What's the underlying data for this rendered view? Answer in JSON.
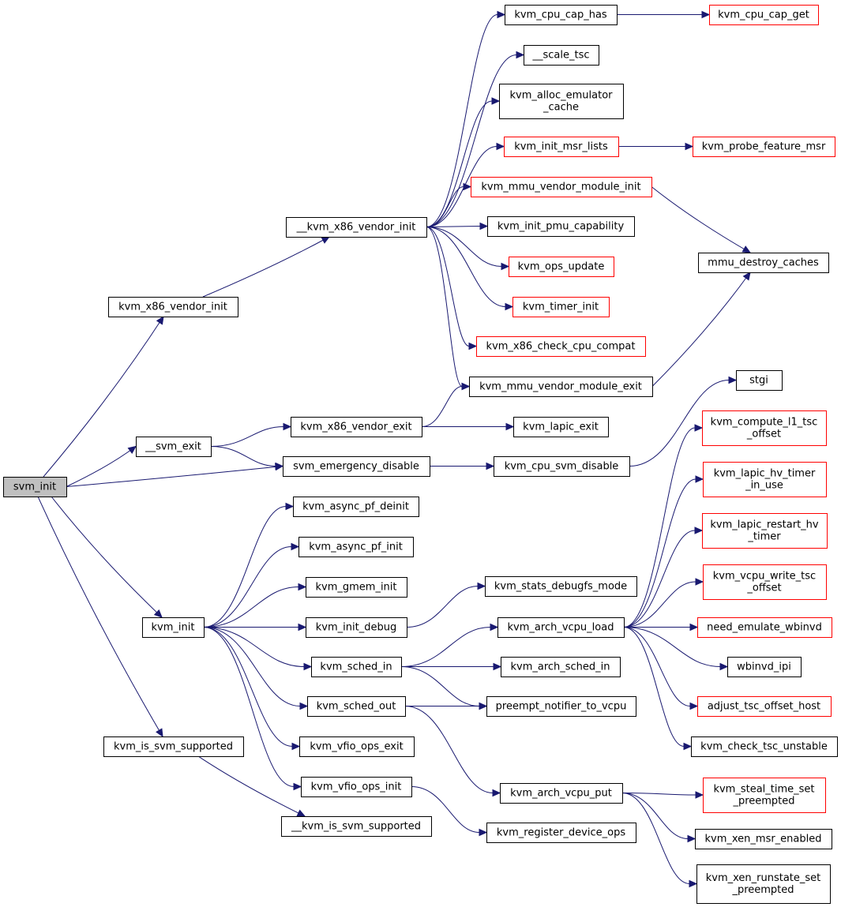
{
  "colors": {
    "edge": "#191970",
    "node_border_black": "#000000",
    "node_border_red": "#ff0000",
    "root_fill": "#bfbfbf",
    "node_fill": "#ffffff"
  },
  "nodes": [
    {
      "id": "svm_init",
      "lines": [
        "svm_init"
      ],
      "border": "black",
      "root": true
    },
    {
      "id": "kvm_x86_vendor_init",
      "lines": [
        "kvm_x86_vendor_init"
      ],
      "border": "black"
    },
    {
      "id": "__svm_exit",
      "lines": [
        "__svm_exit"
      ],
      "border": "black"
    },
    {
      "id": "svm_emergency_disable",
      "lines": [
        "svm_emergency_disable"
      ],
      "border": "black"
    },
    {
      "id": "kvm_init",
      "lines": [
        "kvm_init"
      ],
      "border": "black"
    },
    {
      "id": "kvm_is_svm_supported",
      "lines": [
        "kvm_is_svm_supported"
      ],
      "border": "black"
    },
    {
      "id": "__kvm_x86_vendor_init",
      "lines": [
        "__kvm_x86_vendor_init"
      ],
      "border": "black"
    },
    {
      "id": "kvm_x86_vendor_exit",
      "lines": [
        "kvm_x86_vendor_exit"
      ],
      "border": "black"
    },
    {
      "id": "kvm_cpu_svm_disable",
      "lines": [
        "kvm_cpu_svm_disable"
      ],
      "border": "black"
    },
    {
      "id": "kvm_async_pf_deinit",
      "lines": [
        "kvm_async_pf_deinit"
      ],
      "border": "black"
    },
    {
      "id": "kvm_async_pf_init",
      "lines": [
        "kvm_async_pf_init"
      ],
      "border": "black"
    },
    {
      "id": "kvm_gmem_init",
      "lines": [
        "kvm_gmem_init"
      ],
      "border": "black"
    },
    {
      "id": "kvm_init_debug",
      "lines": [
        "kvm_init_debug"
      ],
      "border": "black"
    },
    {
      "id": "kvm_sched_in",
      "lines": [
        "kvm_sched_in"
      ],
      "border": "black"
    },
    {
      "id": "kvm_sched_out",
      "lines": [
        "kvm_sched_out"
      ],
      "border": "black"
    },
    {
      "id": "kvm_vfio_ops_exit",
      "lines": [
        "kvm_vfio_ops_exit"
      ],
      "border": "black"
    },
    {
      "id": "kvm_vfio_ops_init",
      "lines": [
        "kvm_vfio_ops_init"
      ],
      "border": "black"
    },
    {
      "id": "__kvm_is_svm_supported",
      "lines": [
        "__kvm_is_svm_supported"
      ],
      "border": "black"
    },
    {
      "id": "kvm_cpu_cap_has",
      "lines": [
        "kvm_cpu_cap_has"
      ],
      "border": "black"
    },
    {
      "id": "__scale_tsc",
      "lines": [
        "__scale_tsc"
      ],
      "border": "black"
    },
    {
      "id": "kvm_alloc_emulator_cache",
      "lines": [
        "kvm_alloc_emulator",
        "_cache"
      ],
      "border": "black"
    },
    {
      "id": "kvm_init_msr_lists",
      "lines": [
        "kvm_init_msr_lists"
      ],
      "border": "red"
    },
    {
      "id": "kvm_mmu_vendor_module_init",
      "lines": [
        "kvm_mmu_vendor_module_init"
      ],
      "border": "red"
    },
    {
      "id": "kvm_init_pmu_capability",
      "lines": [
        "kvm_init_pmu_capability"
      ],
      "border": "black"
    },
    {
      "id": "kvm_ops_update",
      "lines": [
        "kvm_ops_update"
      ],
      "border": "red"
    },
    {
      "id": "kvm_timer_init",
      "lines": [
        "kvm_timer_init"
      ],
      "border": "red"
    },
    {
      "id": "kvm_x86_check_cpu_compat",
      "lines": [
        "kvm_x86_check_cpu_compat"
      ],
      "border": "red"
    },
    {
      "id": "kvm_mmu_vendor_module_exit",
      "lines": [
        "kvm_mmu_vendor_module_exit"
      ],
      "border": "black"
    },
    {
      "id": "kvm_lapic_exit",
      "lines": [
        "kvm_lapic_exit"
      ],
      "border": "black"
    },
    {
      "id": "kvm_stats_debugfs_mode",
      "lines": [
        "kvm_stats_debugfs_mode"
      ],
      "border": "black"
    },
    {
      "id": "kvm_arch_vcpu_load",
      "lines": [
        "kvm_arch_vcpu_load"
      ],
      "border": "black"
    },
    {
      "id": "kvm_arch_sched_in",
      "lines": [
        "kvm_arch_sched_in"
      ],
      "border": "black"
    },
    {
      "id": "preempt_notifier_to_vcpu",
      "lines": [
        "preempt_notifier_to_vcpu"
      ],
      "border": "black"
    },
    {
      "id": "kvm_arch_vcpu_put",
      "lines": [
        "kvm_arch_vcpu_put"
      ],
      "border": "black"
    },
    {
      "id": "kvm_register_device_ops",
      "lines": [
        "kvm_register_device_ops"
      ],
      "border": "black"
    },
    {
      "id": "kvm_cpu_cap_get",
      "lines": [
        "kvm_cpu_cap_get"
      ],
      "border": "red"
    },
    {
      "id": "kvm_probe_feature_msr",
      "lines": [
        "kvm_probe_feature_msr"
      ],
      "border": "red"
    },
    {
      "id": "mmu_destroy_caches",
      "lines": [
        "mmu_destroy_caches"
      ],
      "border": "black"
    },
    {
      "id": "stgi",
      "lines": [
        "stgi"
      ],
      "border": "black"
    },
    {
      "id": "kvm_compute_l1_tsc_offset",
      "lines": [
        "kvm_compute_l1_tsc",
        "_offset"
      ],
      "border": "red"
    },
    {
      "id": "kvm_lapic_hv_timer_in_use",
      "lines": [
        "kvm_lapic_hv_timer",
        "_in_use"
      ],
      "border": "red"
    },
    {
      "id": "kvm_lapic_restart_hv_timer",
      "lines": [
        "kvm_lapic_restart_hv",
        "_timer"
      ],
      "border": "red"
    },
    {
      "id": "kvm_vcpu_write_tsc_offset",
      "lines": [
        "kvm_vcpu_write_tsc",
        "_offset"
      ],
      "border": "red"
    },
    {
      "id": "need_emulate_wbinvd",
      "lines": [
        "need_emulate_wbinvd"
      ],
      "border": "red"
    },
    {
      "id": "wbinvd_ipi",
      "lines": [
        "wbinvd_ipi"
      ],
      "border": "black"
    },
    {
      "id": "adjust_tsc_offset_host",
      "lines": [
        "adjust_tsc_offset_host"
      ],
      "border": "red"
    },
    {
      "id": "kvm_check_tsc_unstable",
      "lines": [
        "kvm_check_tsc_unstable"
      ],
      "border": "black"
    },
    {
      "id": "kvm_steal_time_set_preempted",
      "lines": [
        "kvm_steal_time_set",
        "_preempted"
      ],
      "border": "red"
    },
    {
      "id": "kvm_xen_msr_enabled",
      "lines": [
        "kvm_xen_msr_enabled"
      ],
      "border": "black"
    },
    {
      "id": "kvm_xen_runstate_set_preempted",
      "lines": [
        "kvm_xen_runstate_set",
        "_preempted"
      ],
      "border": "black"
    }
  ],
  "edges": [
    [
      "svm_init",
      "kvm_x86_vendor_init"
    ],
    [
      "svm_init",
      "__svm_exit"
    ],
    [
      "svm_init",
      "svm_emergency_disable"
    ],
    [
      "svm_init",
      "kvm_init"
    ],
    [
      "svm_init",
      "kvm_is_svm_supported"
    ],
    [
      "kvm_x86_vendor_init",
      "__kvm_x86_vendor_init"
    ],
    [
      "__kvm_x86_vendor_init",
      "kvm_cpu_cap_has"
    ],
    [
      "__kvm_x86_vendor_init",
      "__scale_tsc"
    ],
    [
      "__kvm_x86_vendor_init",
      "kvm_alloc_emulator_cache"
    ],
    [
      "__kvm_x86_vendor_init",
      "kvm_init_msr_lists"
    ],
    [
      "__kvm_x86_vendor_init",
      "kvm_mmu_vendor_module_init"
    ],
    [
      "__kvm_x86_vendor_init",
      "kvm_init_pmu_capability"
    ],
    [
      "__kvm_x86_vendor_init",
      "kvm_ops_update"
    ],
    [
      "__kvm_x86_vendor_init",
      "kvm_timer_init"
    ],
    [
      "__kvm_x86_vendor_init",
      "kvm_x86_check_cpu_compat"
    ],
    [
      "__kvm_x86_vendor_init",
      "kvm_mmu_vendor_module_exit"
    ],
    [
      "kvm_cpu_cap_has",
      "kvm_cpu_cap_get"
    ],
    [
      "kvm_init_msr_lists",
      "kvm_probe_feature_msr"
    ],
    [
      "kvm_mmu_vendor_module_init",
      "mmu_destroy_caches"
    ],
    [
      "kvm_mmu_vendor_module_exit",
      "mmu_destroy_caches"
    ],
    [
      "__svm_exit",
      "kvm_x86_vendor_exit"
    ],
    [
      "__svm_exit",
      "svm_emergency_disable"
    ],
    [
      "kvm_x86_vendor_exit",
      "kvm_mmu_vendor_module_exit"
    ],
    [
      "kvm_x86_vendor_exit",
      "kvm_lapic_exit"
    ],
    [
      "svm_emergency_disable",
      "kvm_cpu_svm_disable"
    ],
    [
      "kvm_cpu_svm_disable",
      "stgi"
    ],
    [
      "kvm_init",
      "kvm_async_pf_deinit"
    ],
    [
      "kvm_init",
      "kvm_async_pf_init"
    ],
    [
      "kvm_init",
      "kvm_gmem_init"
    ],
    [
      "kvm_init",
      "kvm_init_debug"
    ],
    [
      "kvm_init",
      "kvm_sched_in"
    ],
    [
      "kvm_init",
      "kvm_sched_out"
    ],
    [
      "kvm_init",
      "kvm_vfio_ops_exit"
    ],
    [
      "kvm_init",
      "kvm_vfio_ops_init"
    ],
    [
      "kvm_init_debug",
      "kvm_stats_debugfs_mode"
    ],
    [
      "kvm_sched_in",
      "kvm_arch_vcpu_load"
    ],
    [
      "kvm_sched_in",
      "kvm_arch_sched_in"
    ],
    [
      "kvm_sched_in",
      "preempt_notifier_to_vcpu"
    ],
    [
      "kvm_sched_out",
      "preempt_notifier_to_vcpu"
    ],
    [
      "kvm_sched_out",
      "kvm_arch_vcpu_put"
    ],
    [
      "kvm_vfio_ops_init",
      "kvm_register_device_ops"
    ],
    [
      "kvm_arch_vcpu_load",
      "kvm_compute_l1_tsc_offset"
    ],
    [
      "kvm_arch_vcpu_load",
      "kvm_lapic_hv_timer_in_use"
    ],
    [
      "kvm_arch_vcpu_load",
      "kvm_lapic_restart_hv_timer"
    ],
    [
      "kvm_arch_vcpu_load",
      "kvm_vcpu_write_tsc_offset"
    ],
    [
      "kvm_arch_vcpu_load",
      "need_emulate_wbinvd"
    ],
    [
      "kvm_arch_vcpu_load",
      "wbinvd_ipi"
    ],
    [
      "kvm_arch_vcpu_load",
      "adjust_tsc_offset_host"
    ],
    [
      "kvm_arch_vcpu_load",
      "kvm_check_tsc_unstable"
    ],
    [
      "kvm_arch_vcpu_put",
      "kvm_steal_time_set_preempted"
    ],
    [
      "kvm_arch_vcpu_put",
      "kvm_xen_msr_enabled"
    ],
    [
      "kvm_arch_vcpu_put",
      "kvm_xen_runstate_set_preempted"
    ],
    [
      "kvm_is_svm_supported",
      "__kvm_is_svm_supported"
    ]
  ]
}
